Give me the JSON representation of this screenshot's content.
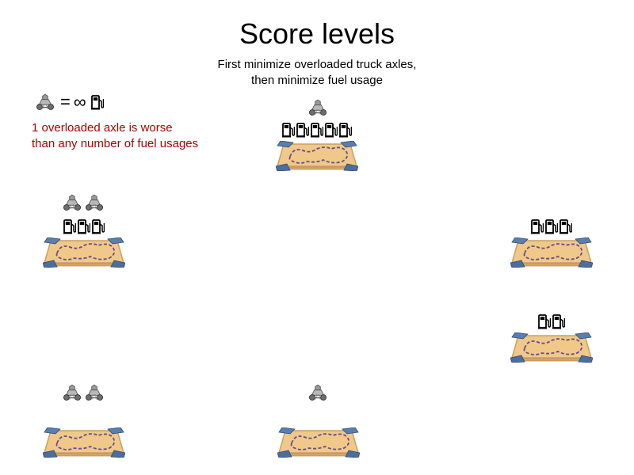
{
  "header": {
    "title": "Score levels",
    "subtitle_line1": "First minimize overloaded truck axles,",
    "subtitle_line2": "then minimize fuel usage"
  },
  "legend": {
    "left_icon": "overloaded-axle-icon",
    "equals": "=",
    "infinity": "∞",
    "right_icon": "fuel-pump-icon"
  },
  "note": {
    "line1": "1 overloaded axle is worse",
    "line2": "than any number of fuel usages"
  },
  "colors": {
    "note_text": "#a80000",
    "map_fill": "#f0c88a",
    "map_border": "#c8a060",
    "map_corner": "#4a6e9e",
    "route": "#6a4c8c",
    "weight_icon": "#8a8a8a",
    "fuel_icon": "#111111"
  },
  "levels": [
    {
      "name": "level-2-axles-3-fuel",
      "overloaded_axles": 2,
      "fuel_usages": 3
    },
    {
      "name": "level-2-axles-0-fuel",
      "overloaded_axles": 2,
      "fuel_usages": 0
    },
    {
      "name": "level-1-axle-5-fuel",
      "overloaded_axles": 1,
      "fuel_usages": 5
    },
    {
      "name": "level-1-axle-0-fuel",
      "overloaded_axles": 1,
      "fuel_usages": 0
    },
    {
      "name": "level-0-axles-3-fuel",
      "overloaded_axles": 0,
      "fuel_usages": 3
    },
    {
      "name": "level-0-axles-2-fuel",
      "overloaded_axles": 0,
      "fuel_usages": 2
    }
  ]
}
